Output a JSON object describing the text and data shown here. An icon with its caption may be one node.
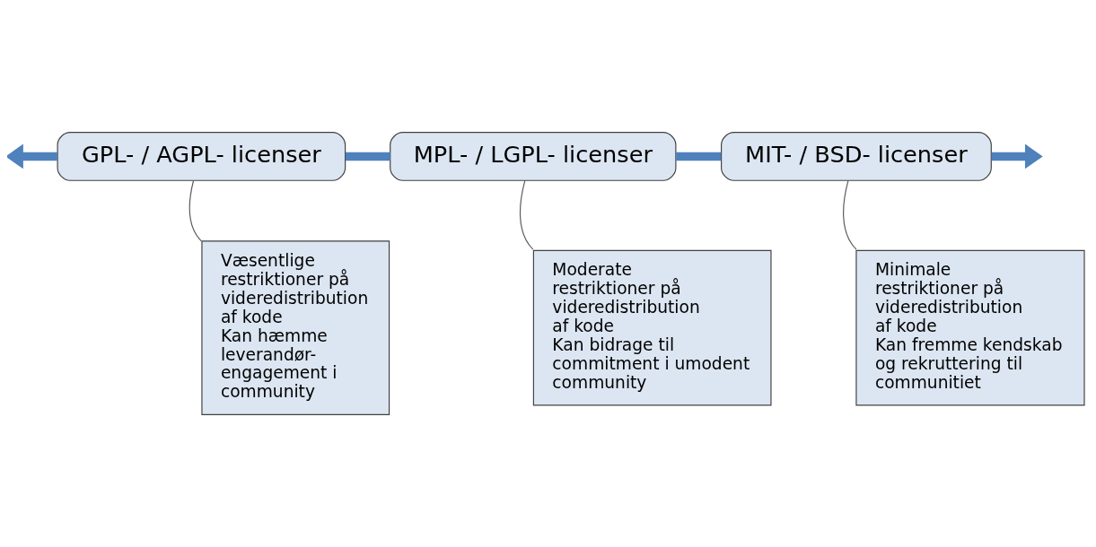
{
  "diagram": {
    "nodes": [
      {
        "text": [
          "GPL- / AGPL- licenser"
        ]
      },
      {
        "text": [
          "MPL- / LGPL- licenser"
        ]
      },
      {
        "text": [
          "MIT- / BSD- licenser"
        ]
      },
      {
        "text": [
          "Væsentlige restriktioner på videredistribution af kode",
          "Kan hæmme leverandør- engagement i community"
        ]
      },
      {
        "text": [
          "Moderate restriktioner på videredistribution af kode",
          "Kan bidrage til commitment i umodent community"
        ]
      },
      {
        "text": [
          "Minimale restriktioner på videredistribution af kode",
          "Kan fremme kendskab og rekruttering til communitiet"
        ]
      }
    ],
    "edges": [
      {
        "from": 0,
        "to": null,
        "arrow": "to",
        "color": "#4f81bd"
      },
      {
        "from": 0,
        "to": 1,
        "arrow": "none",
        "color": "#4f81bd"
      },
      {
        "from": 1,
        "to": 2,
        "arrow": "none",
        "color": "#4f81bd"
      },
      {
        "from": 2,
        "to": null,
        "arrow": "to",
        "color": "#4f81bd"
      },
      {
        "from": 0,
        "to": 3,
        "arrow": "none",
        "color": "#595959"
      },
      {
        "from": 1,
        "to": 4,
        "arrow": "none",
        "color": "#595959"
      },
      {
        "from": 2,
        "to": 5,
        "arrow": "none",
        "color": "#595959"
      }
    ]
  }
}
